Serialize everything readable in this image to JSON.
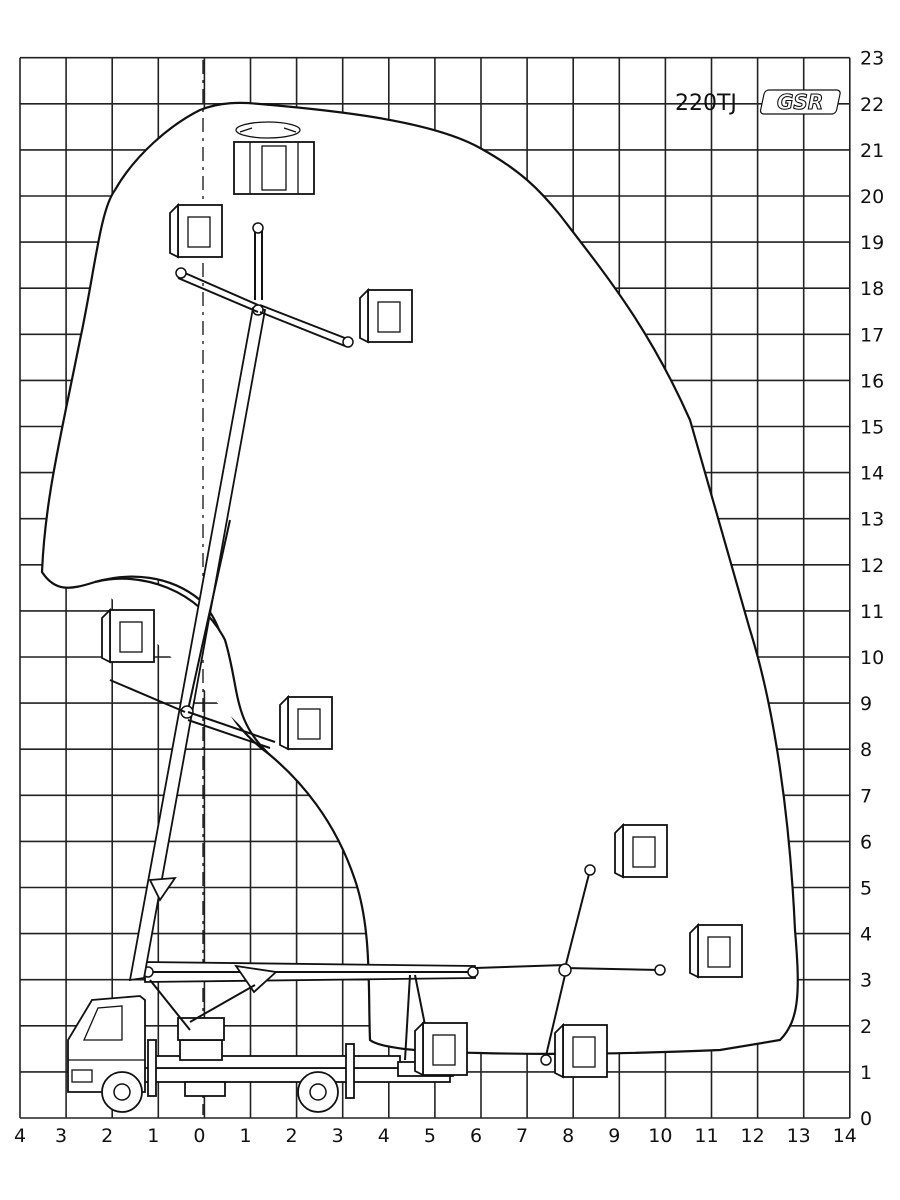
{
  "title": {
    "model": "220TJ",
    "logo": "GSR"
  },
  "axes": {
    "x_ticks": [
      "4",
      "3",
      "2",
      "1",
      "0",
      "1",
      "2",
      "3",
      "4",
      "5",
      "6",
      "7",
      "8",
      "9",
      "10",
      "11",
      "12",
      "13",
      "14"
    ],
    "y_ticks": [
      "0",
      "1",
      "2",
      "3",
      "4",
      "5",
      "6",
      "7",
      "8",
      "9",
      "10",
      "11",
      "12",
      "13",
      "14",
      "15",
      "16",
      "17",
      "18",
      "19",
      "20",
      "21",
      "22",
      "23"
    ],
    "x_range": [
      -4,
      14
    ],
    "y_range": [
      0,
      23
    ]
  },
  "diagram": {
    "subject": "aerial work platform working envelope",
    "centerline": "dashed"
  }
}
